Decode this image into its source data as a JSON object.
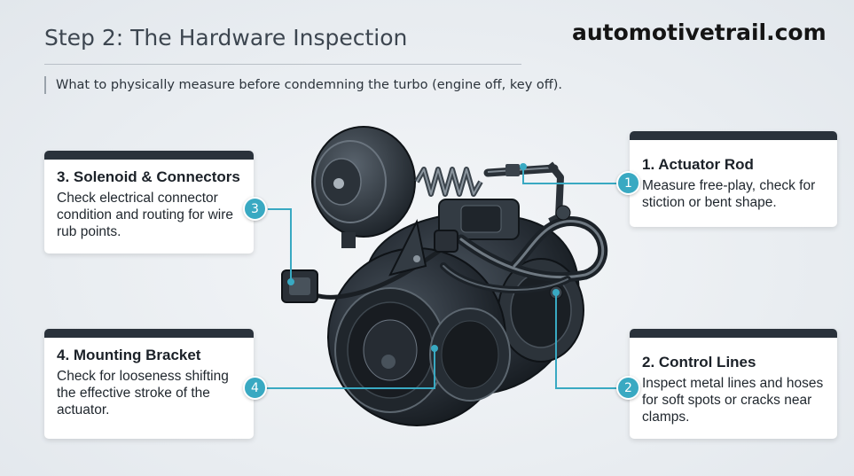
{
  "header": {
    "title": "Step 2: The Hardware Inspection",
    "brand": "automotivetrail.com",
    "subtitle": "What to physically measure before condemning the turbo (engine off, key off)."
  },
  "callouts": [
    {
      "number": "1",
      "title": "1. Actuator Rod",
      "text": "Measure free-play, check for stiction or bent shape."
    },
    {
      "number": "2",
      "title": "2. Control Lines",
      "text": "Inspect metal lines and hoses for soft spots or cracks near clamps."
    },
    {
      "number": "3",
      "title": "3. Solenoid & Connectors",
      "text": "Check electrical connector condition and routing for wire rub points."
    },
    {
      "number": "4",
      "title": "4. Mounting Bracket",
      "text": "Check for looseness shifting the effective stroke of the actuator."
    }
  ],
  "colors": {
    "accent": "#39a9c2",
    "card_header": "#2a323b",
    "illustration_dark": "#262d34"
  }
}
